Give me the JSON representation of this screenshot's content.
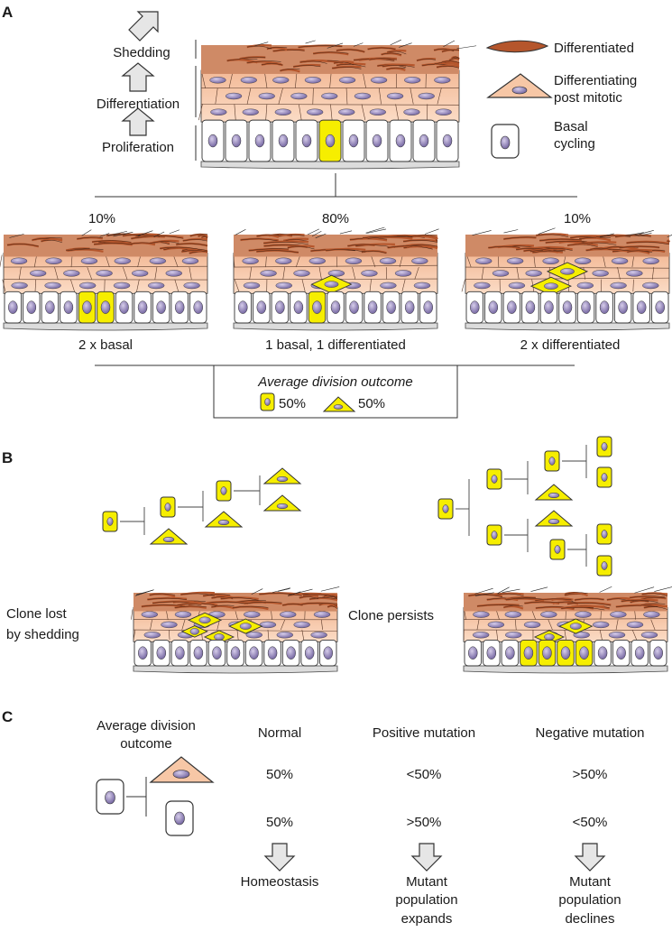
{
  "panels": {
    "a": "A",
    "b": "B",
    "c": "C"
  },
  "panel_a": {
    "processes": {
      "shedding": "Shedding",
      "differentiation": "Differentiation",
      "proliferation": "Proliferation"
    },
    "legend": {
      "differentiated": "Differentiated",
      "differentiating_1": "Differentiating",
      "differentiating_2": "post mitotic",
      "basal_1": "Basal",
      "basal_2": "cycling"
    },
    "outcomes": [
      {
        "percent": "10%",
        "label": "2 x basal"
      },
      {
        "percent": "80%",
        "label": "1 basal, 1 differentiated"
      },
      {
        "percent": "10%",
        "label": "2 x differentiated"
      }
    ],
    "average": {
      "title": "Average division outcome",
      "basal_pct": "50%",
      "diff_pct": "50%"
    }
  },
  "panel_b": {
    "clone_lost_1": "Clone lost",
    "clone_lost_2": "by shedding",
    "clone_persists": "Clone persists"
  },
  "panel_c": {
    "avg_1": "Average division",
    "avg_2": "outcome",
    "columns": [
      {
        "header": "Normal",
        "differentiated": "50%",
        "basal": "50%",
        "result": [
          "Homeostasis"
        ]
      },
      {
        "header": "Positive mutation",
        "differentiated": "<50%",
        "basal": ">50%",
        "result": [
          "Mutant",
          "population",
          "expands"
        ]
      },
      {
        "header": "Negative mutation",
        "differentiated": ">50%",
        "basal": "<50%",
        "result": [
          "Mutant",
          "population",
          "declines"
        ]
      }
    ]
  },
  "colors": {
    "differentiated": "#b5562c",
    "differentiating": "#f7c7a6",
    "basal": "#ffffff",
    "nucleus": "#8d7fb3",
    "highlight": "#f6ee00",
    "arrow": "#e6e6e6"
  }
}
